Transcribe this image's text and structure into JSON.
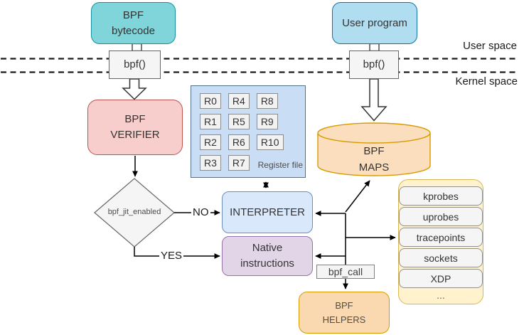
{
  "colors": {
    "teal-fill": "#7FD5DA",
    "teal-stroke": "#17909B",
    "blue-fill": "#B1DDF0",
    "blue-stroke": "#10739E",
    "gray-fill": "#F5F5F5",
    "gray-stroke": "#666666",
    "red-fill": "#F8CECC",
    "red-stroke": "#B85450",
    "regfile-fill": "#C9DEF5",
    "regfile-stroke": "#54728E",
    "regbox-fill": "#F2F2F2",
    "regbox-stroke": "#8C8C8C",
    "interp-fill": "#DAE8FC",
    "interp-stroke": "#6C8EBF",
    "purple-fill": "#E1D5E7",
    "purple-stroke": "#9673A6",
    "maps-fill": "#FBDEBE",
    "maps-stroke": "#D79B00",
    "helpers-fill": "#FBD9B0",
    "helpers-stroke": "#D79B00",
    "hooks-fill": "#FFF2CC",
    "hooks-stroke": "#D6B656",
    "hookitem-fill": "#F5F5F5",
    "hookitem-stroke": "#8F8F8F"
  },
  "labels": {
    "bytecode": "BPF\nbytecode",
    "user_program": "User program",
    "syscall_left": "bpf()",
    "syscall_right": "bpf()",
    "user_space": "User space",
    "kernel_space": "Kernel space",
    "verifier": "BPF\nVERIFIER",
    "register_file": "Register file",
    "maps": "BPF\nMAPS",
    "jit_condition": "bpf_jit_enabled",
    "no": "NO",
    "yes": "YES",
    "interpreter": "INTERPRETER",
    "native": "Native\ninstructions",
    "bpf_call": "bpf_call",
    "helpers": "BPF\nHELPERS",
    "hooks_more": "..."
  },
  "registers": [
    "R0",
    "R1",
    "R2",
    "R3",
    "R4",
    "R5",
    "R6",
    "R7",
    "R8",
    "R9",
    "R10"
  ],
  "hooks": [
    "kprobes",
    "uprobes",
    "tracepoints",
    "sockets",
    "XDP"
  ]
}
